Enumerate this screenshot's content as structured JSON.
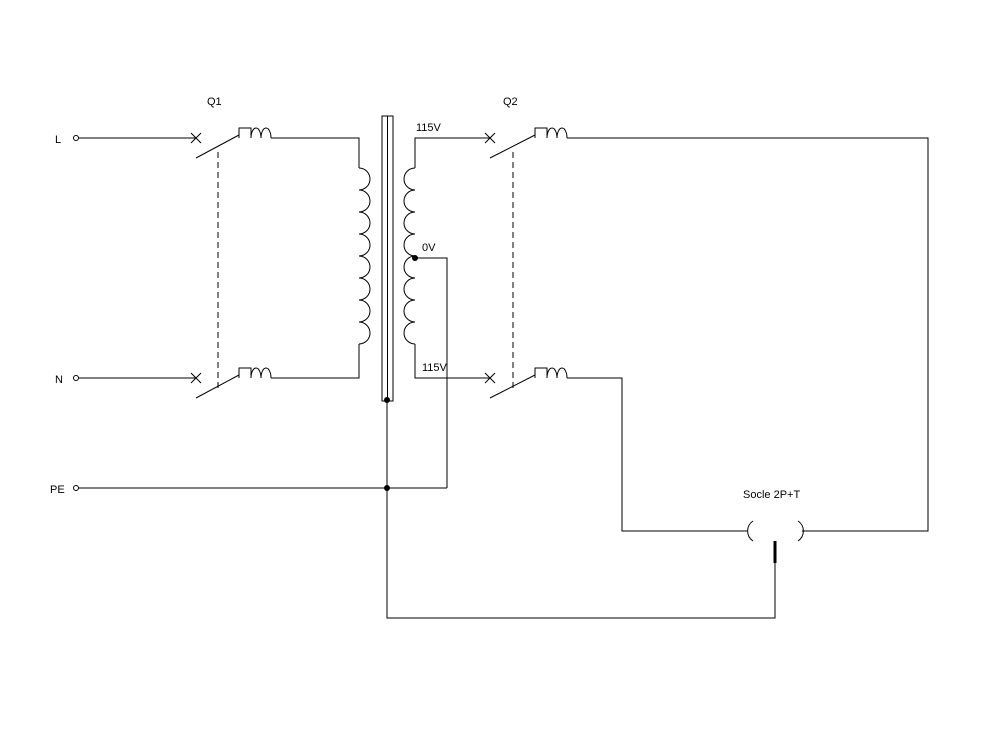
{
  "terminals": {
    "line": "L",
    "neutral": "N",
    "earth": "PE"
  },
  "breakers": {
    "q1": "Q1",
    "q2": "Q2"
  },
  "transformer": {
    "secondary_top": "115V",
    "secondary_mid": "0V",
    "secondary_bottom": "115V"
  },
  "socket": {
    "label": "Socle 2P+T"
  },
  "colors": {
    "ink": "#000000",
    "background": "#ffffff"
  }
}
